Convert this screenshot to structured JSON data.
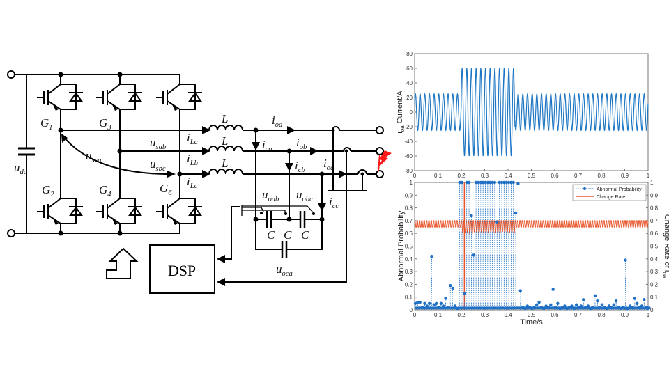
{
  "circuit": {
    "labels": {
      "udc": "u",
      "udc_sub": "dc",
      "G1": "G",
      "G1_sub": "1",
      "G2": "G",
      "G2_sub": "2",
      "G3": "G",
      "G3_sub": "3",
      "G4": "G",
      "G4_sub": "4",
      "G6": "G",
      "G6_sub": "6",
      "usca": "u",
      "usca_sub": "sca",
      "usab": "u",
      "usab_sub": "sab",
      "usbc": "u",
      "usbc_sub": "sbc",
      "iLa": "i",
      "iLa_sub": "La",
      "iLb": "i",
      "iLb_sub": "Lb",
      "iLc": "i",
      "iLc_sub": "Lc",
      "L1": "L",
      "L2": "L",
      "L3": "L",
      "ioa": "i",
      "ioa_sub": "oa",
      "iob": "i",
      "iob_sub": "ob",
      "ioc": "i",
      "ioc_sub": "oc",
      "ica": "i",
      "ica_sub": "ca",
      "icb": "i",
      "icb_sub": "cb",
      "icc": "i",
      "icc_sub": "cc",
      "uoab": "u",
      "uoab_sub": "oab",
      "uobc": "u",
      "uobc_sub": "obc",
      "uoca": "u",
      "uoca_sub": "oca",
      "C1": "C",
      "C2": "C",
      "C3": "C",
      "dsp": "DSP"
    },
    "fault_color": "#ff1a1a"
  },
  "chart_data": [
    {
      "type": "line",
      "title": "",
      "xlabel": "",
      "ylabel": "i",
      "ylabel_sub": "oa",
      "ylabel_rest": " Current/A",
      "xlim": [
        0,
        1
      ],
      "ylim": [
        -80,
        80
      ],
      "xticks": [
        "0",
        "0.1",
        "0.2",
        "0.3",
        "0.4",
        "0.5",
        "0.6",
        "0.7",
        "0.8",
        "0.9",
        "1"
      ],
      "yticks": [
        "80",
        "60",
        "40",
        "20",
        "0",
        "-20",
        "-40",
        "-60",
        "-80"
      ],
      "color": "#1f77c4",
      "frequency_hz": 50,
      "segments": [
        {
          "t": [
            0,
            0.2
          ],
          "amplitude": 25
        },
        {
          "t": [
            0.2,
            0.43
          ],
          "amplitude": 60
        },
        {
          "t": [
            0.43,
            1
          ],
          "amplitude": 25
        }
      ]
    },
    {
      "type": "scatter",
      "title": "",
      "xlabel": "Time/s",
      "ylabel": "Abnormal Probability",
      "ylabel_right": "Change Rate of i",
      "ylabel_right_sub": "oa",
      "xlim": [
        0,
        1
      ],
      "ylim": [
        0,
        1
      ],
      "ylim_right": [
        0,
        1
      ],
      "xticks": [
        "0",
        "0.1",
        "0.2",
        "0.3",
        "0.4",
        "0.5",
        "0.6",
        "0.7",
        "0.8",
        "0.9",
        "1"
      ],
      "yticks": [
        "1",
        "0.9",
        "0.8",
        "0.7",
        "0.6",
        "0.5",
        "0.4",
        "0.3",
        "0.2",
        "0.1",
        "0"
      ],
      "yticks_right": [
        "1",
        "0.9",
        "0.8",
        "0.7",
        "0.6",
        "0.5",
        "0.4",
        "0.3",
        "0.2",
        "0.1",
        "0"
      ],
      "legend_position": "top-right",
      "series": [
        {
          "name": "Abnormal Probability",
          "color": "#1f6fc4",
          "style": "dotted stem with dots",
          "x_step": 0.01,
          "values": [
            0.05,
            0.06,
            0.06,
            0.02,
            0.05,
            0.03,
            0.05,
            0.42,
            0.04,
            0.05,
            0.02,
            0.05,
            0.03,
            0.09,
            0.02,
            0.19,
            0.17,
            0.03,
            0.01,
            1,
            1,
            0.13,
            1,
            1,
            0.74,
            0.43,
            1,
            1,
            1,
            1,
            1,
            1,
            1,
            1,
            1,
            0.69,
            1,
            1,
            1,
            1,
            1,
            1,
            1,
            0.76,
            0.99,
            0.15,
            0.02,
            0.01,
            0.03,
            0.02,
            0.01,
            0.02,
            0.04,
            0.06,
            0.02,
            0.01,
            0.03,
            0.02,
            0.04,
            0.16,
            0.02,
            0.05,
            0.01,
            0.02,
            0.03,
            0.01,
            0.02,
            0.03,
            0.01,
            0.04,
            0.02,
            0.03,
            0.08,
            0.02,
            0.03,
            0.01,
            0.02,
            0.11,
            0.07,
            0.02,
            0.04,
            0.02,
            0.01,
            0.03,
            0.02,
            0.04,
            0.07,
            0.02,
            0.01,
            0.02,
            0.39,
            0.01,
            0.03,
            0.02,
            0.09,
            0.05,
            0.02,
            0.03,
            0.08,
            0.02,
            0.01
          ]
        },
        {
          "name": "Change Rate",
          "color": "#e8542a",
          "style": "line",
          "baseline": 0.7,
          "ripple_low": 0.65,
          "fault_low": 0.6,
          "spike_time": 0.213,
          "spike_range": [
            0,
            1
          ]
        }
      ]
    }
  ]
}
